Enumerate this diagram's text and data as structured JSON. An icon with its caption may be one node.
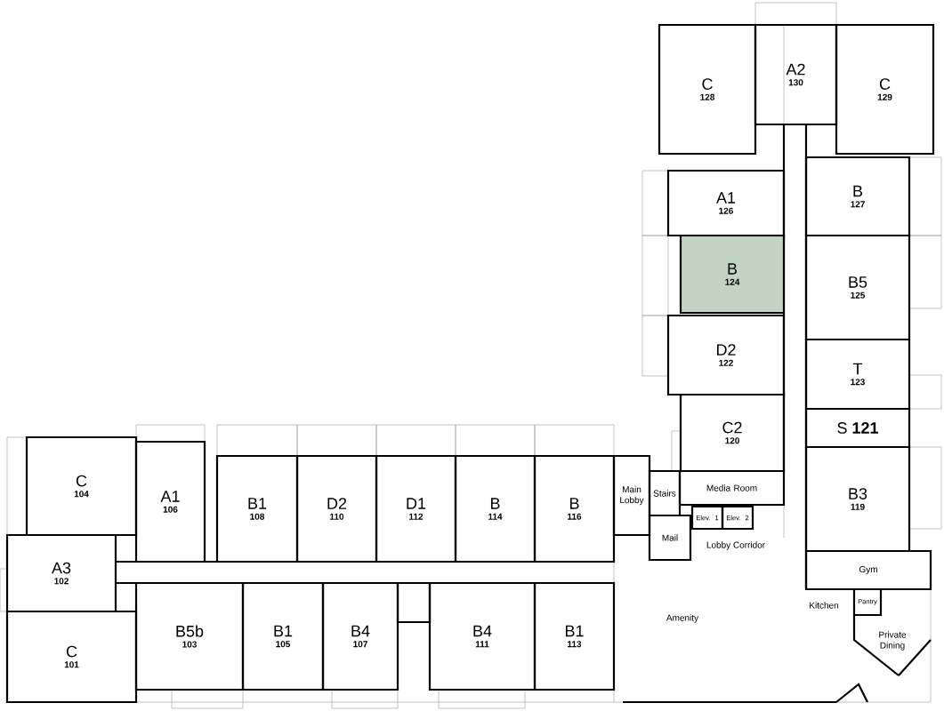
{
  "diagram": {
    "nodes": [
      {
        "text": [
          "C",
          "128"
        ]
      },
      {
        "text": [
          "A2",
          "130"
        ]
      },
      {
        "text": [
          "C",
          "129"
        ]
      },
      {
        "text": [
          "A1",
          "126"
        ]
      },
      {
        "text": [
          "B",
          "127"
        ]
      },
      {
        "text": [
          "B",
          "124"
        ]
      },
      {
        "text": [
          "B5",
          "125"
        ]
      },
      {
        "text": [
          "D2",
          "122"
        ]
      },
      {
        "text": [
          "T",
          "123"
        ]
      },
      {
        "text": [
          "C2",
          "120"
        ]
      },
      {
        "text": [
          "S",
          "121"
        ]
      },
      {
        "text": [
          "B3",
          "119"
        ]
      },
      {
        "text": [
          "C",
          "104"
        ]
      },
      {
        "text": [
          "A1",
          "106"
        ]
      },
      {
        "text": [
          "B1",
          "108"
        ]
      },
      {
        "text": [
          "D2",
          "110"
        ]
      },
      {
        "text": [
          "D1",
          "112"
        ]
      },
      {
        "text": [
          "B",
          "114"
        ]
      },
      {
        "text": [
          "B",
          "116"
        ]
      },
      {
        "text": [
          "Main Lobby"
        ]
      },
      {
        "text": [
          "Stairs"
        ]
      },
      {
        "text": [
          "Media Room"
        ]
      },
      {
        "text": [
          "Elev. 1"
        ]
      },
      {
        "text": [
          "Elev. 2"
        ]
      },
      {
        "text": [
          "Mail"
        ]
      },
      {
        "text": [
          "Gym"
        ]
      },
      {
        "text": [
          "Pantry"
        ]
      },
      {
        "text": [
          "Private Dining"
        ]
      },
      {
        "text": [
          "A3",
          "102"
        ]
      },
      {
        "text": [
          "C",
          "101"
        ]
      },
      {
        "text": [
          "B5b",
          "103"
        ]
      },
      {
        "text": [
          "B1",
          "105"
        ]
      },
      {
        "text": [
          "B4",
          "107"
        ]
      },
      {
        "text": [
          "B4",
          "111"
        ]
      },
      {
        "text": [
          "B1",
          "113"
        ]
      }
    ],
    "labels": [
      "Lobby Corridor",
      "Kitchen",
      "Amenity"
    ]
  }
}
